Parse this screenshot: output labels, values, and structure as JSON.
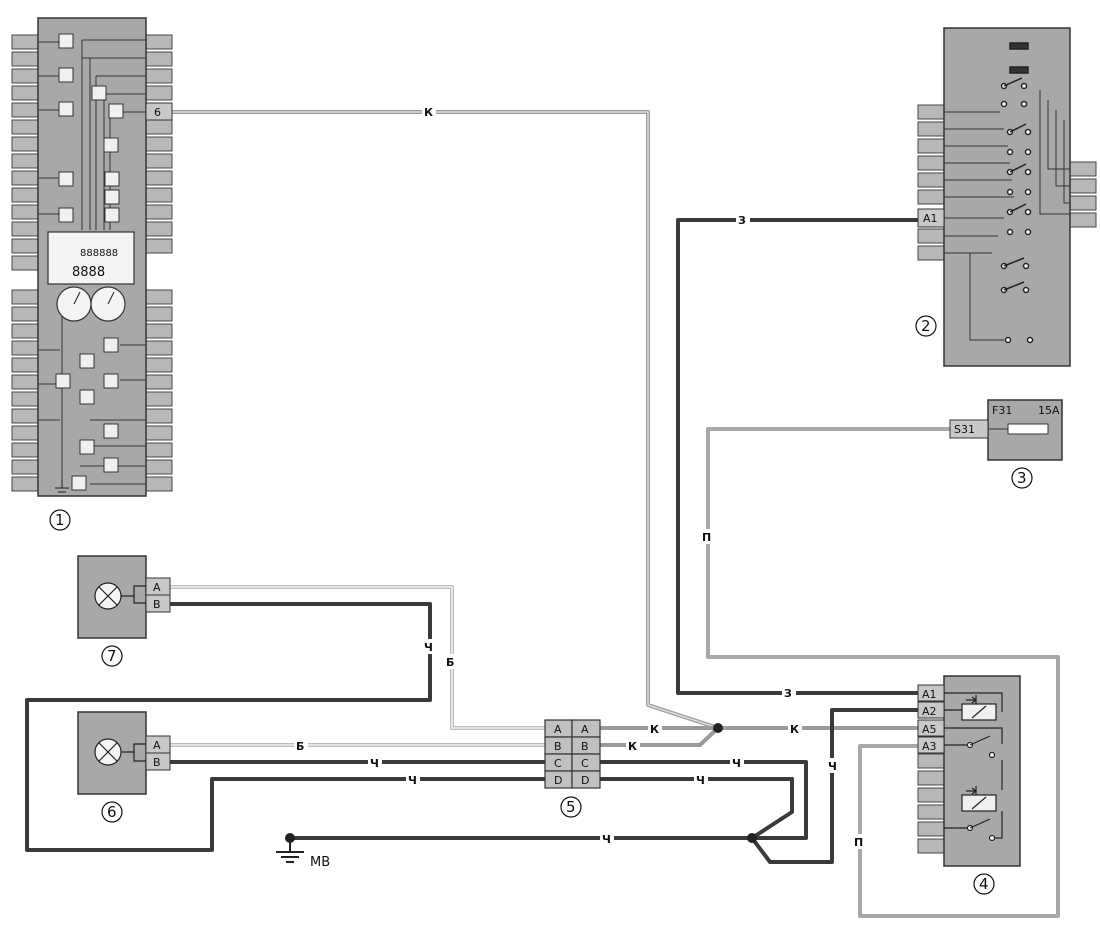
{
  "components": {
    "cluster": {
      "number": "1",
      "pin": "6"
    },
    "switch_block": {
      "number": "2",
      "pin": "A1"
    },
    "fuse_box": {
      "number": "3",
      "pin": "S31",
      "fuse": "F31",
      "rating": "15A"
    },
    "relay_block": {
      "number": "4",
      "pins": [
        "A1",
        "A2",
        "A5",
        "A3"
      ]
    },
    "connector": {
      "number": "5",
      "pins": [
        "A",
        "B",
        "C",
        "D"
      ]
    },
    "lamp_right": {
      "number": "6",
      "pins": [
        "A",
        "B"
      ]
    },
    "lamp_left": {
      "number": "7",
      "pins": [
        "A",
        "B"
      ]
    },
    "ground": {
      "label": "MB"
    }
  },
  "cluster_display": {
    "odometer": "888888",
    "trip": "8888"
  },
  "wires": {
    "k": "К",
    "z": "З",
    "p": "П",
    "b": "Б",
    "ch": "Ч"
  },
  "colors": {
    "wire_dark": "#3a3a3a",
    "wire_mid": "#9a9a9a",
    "wire_light": "#d0d0d0",
    "box_fill": "#a8a8a8",
    "box_stroke": "#333333",
    "pin_fill": "#c4c4c4"
  }
}
